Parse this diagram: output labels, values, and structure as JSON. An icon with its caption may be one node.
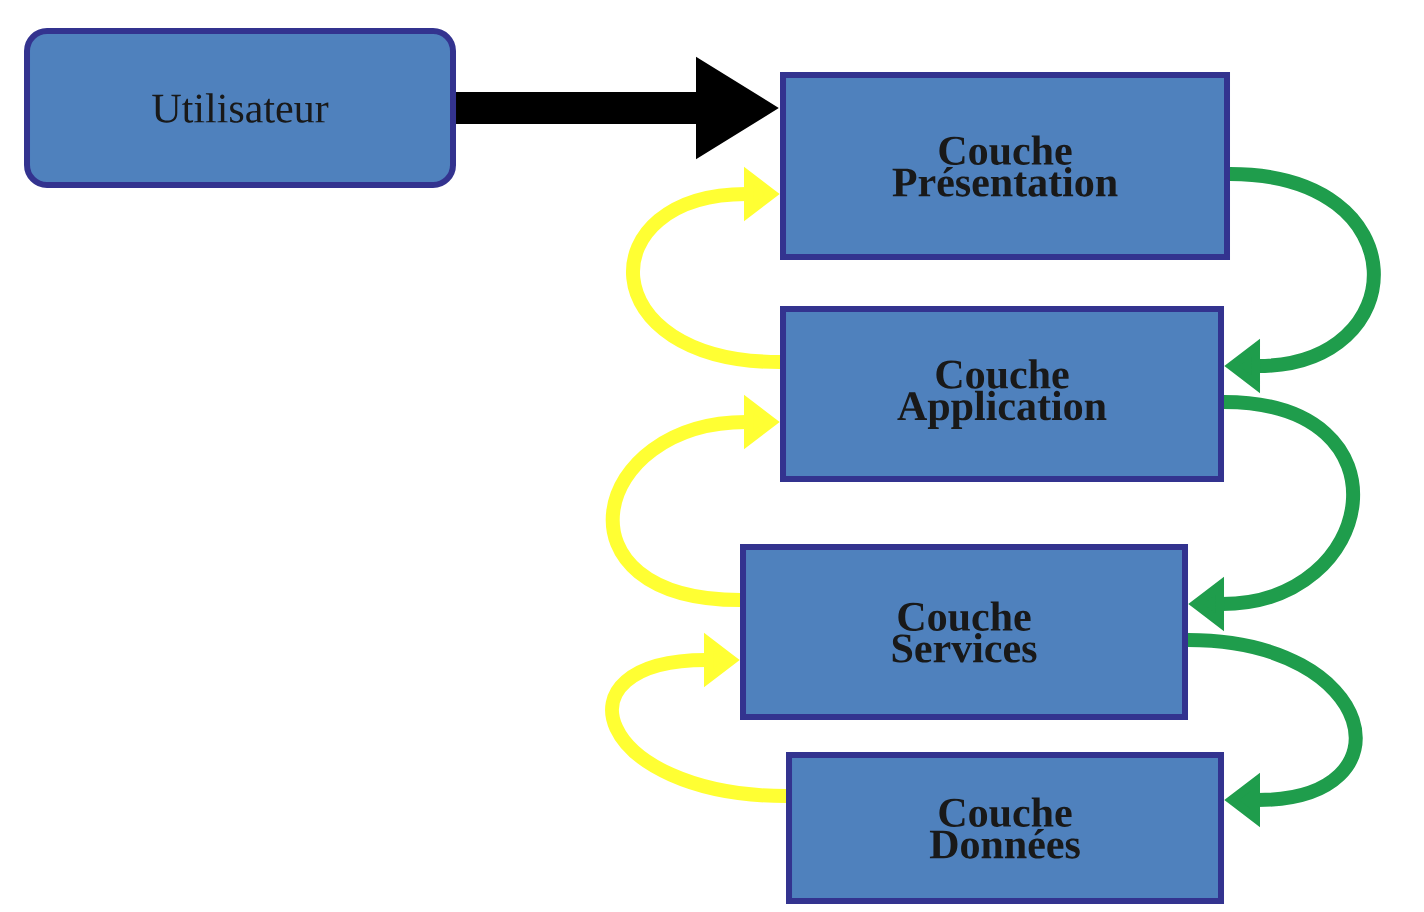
{
  "diagram": {
    "nodes": [
      {
        "text": [
          "Utilisateur"
        ]
      },
      {
        "text": [
          "Couche Présentation"
        ]
      },
      {
        "text": [
          "Couche Application"
        ]
      },
      {
        "text": [
          "Couche Services"
        ]
      },
      {
        "text": [
          "Couche Données"
        ]
      }
    ],
    "edges": [
      {
        "from": 0,
        "to": 1,
        "arrow": "to",
        "style": "thick",
        "color": "#000000"
      },
      {
        "from": 1,
        "to": 2,
        "arrow": "to",
        "color": "#1f9d4c"
      },
      {
        "from": 2,
        "to": 1,
        "arrow": "to",
        "color": "#ffff33"
      },
      {
        "from": 2,
        "to": 3,
        "arrow": "to",
        "color": "#1f9d4c"
      },
      {
        "from": 3,
        "to": 2,
        "arrow": "to",
        "color": "#ffff33"
      },
      {
        "from": 3,
        "to": 4,
        "arrow": "to",
        "color": "#1f9d4c"
      },
      {
        "from": 4,
        "to": 3,
        "arrow": "to",
        "color": "#ffff33"
      }
    ]
  }
}
